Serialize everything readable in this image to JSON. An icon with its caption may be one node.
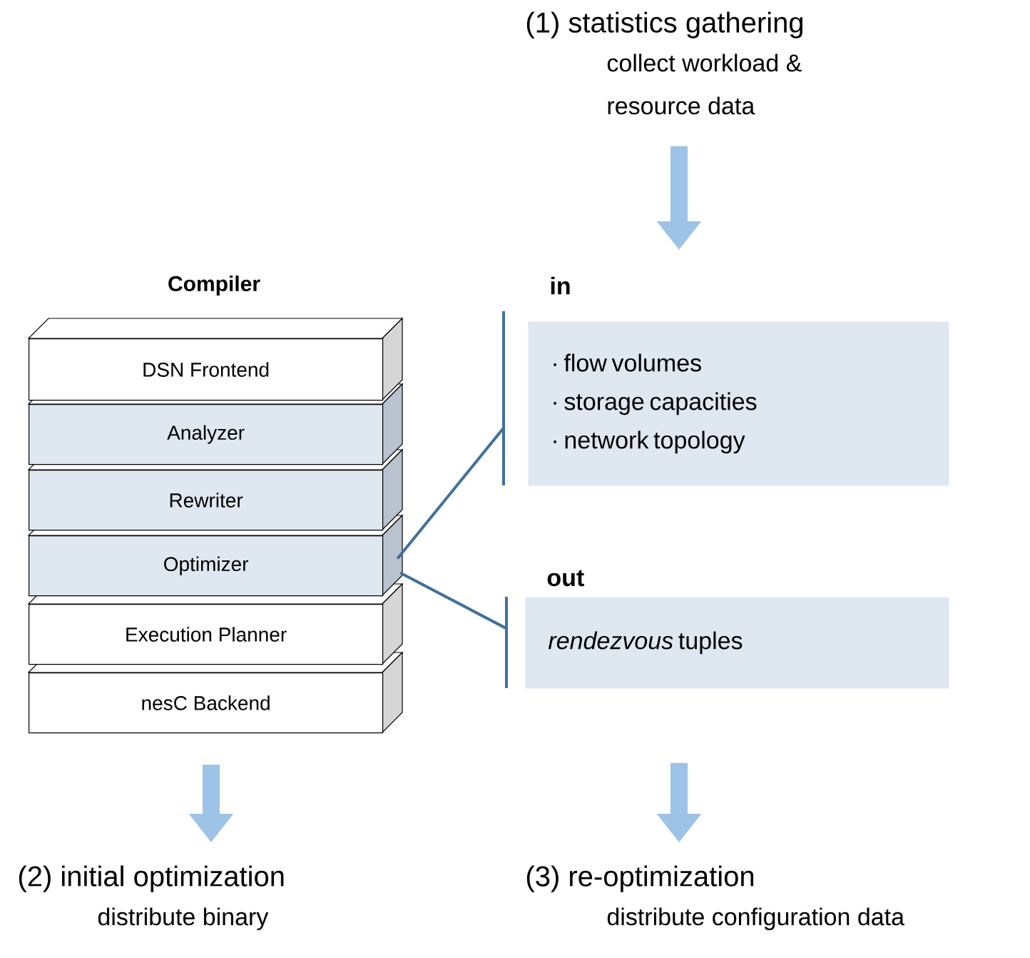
{
  "diagram": {
    "nodes": [
      {
        "text": [
          "DSN Frontend"
        ]
      },
      {
        "text": [
          "Analyzer"
        ]
      },
      {
        "text": [
          "Rewriter"
        ]
      },
      {
        "text": [
          "Optimizer"
        ]
      },
      {
        "text": [
          "Execution Planner"
        ]
      },
      {
        "text": [
          "nesC Backend"
        ]
      },
      {
        "text": [
          "in",
          "· flow volumes",
          "· storage capacities",
          "· network topology"
        ]
      },
      {
        "text": [
          "out",
          "*rendezvous* tuples"
        ]
      },
      {
        "text": [
          "(1) statistics gathering",
          "collect workload & resource data"
        ]
      },
      {
        "text": [
          "(2) initial optimization",
          "distribute binary"
        ]
      },
      {
        "text": [
          "(3) re-optimization",
          "distribute configuration data"
        ]
      }
    ],
    "edges": [
      {
        "from": 8,
        "to": 6,
        "arrow": "to"
      },
      {
        "from": 5,
        "to": 9,
        "arrow": "to"
      },
      {
        "from": 7,
        "to": 10,
        "arrow": "to"
      },
      {
        "from": 3,
        "to": 6,
        "arrow": "none",
        "color": "#41719c"
      },
      {
        "from": 3,
        "to": 7,
        "arrow": "none",
        "color": "#41719c"
      }
    ],
    "labels": [
      "Compiler"
    ]
  }
}
